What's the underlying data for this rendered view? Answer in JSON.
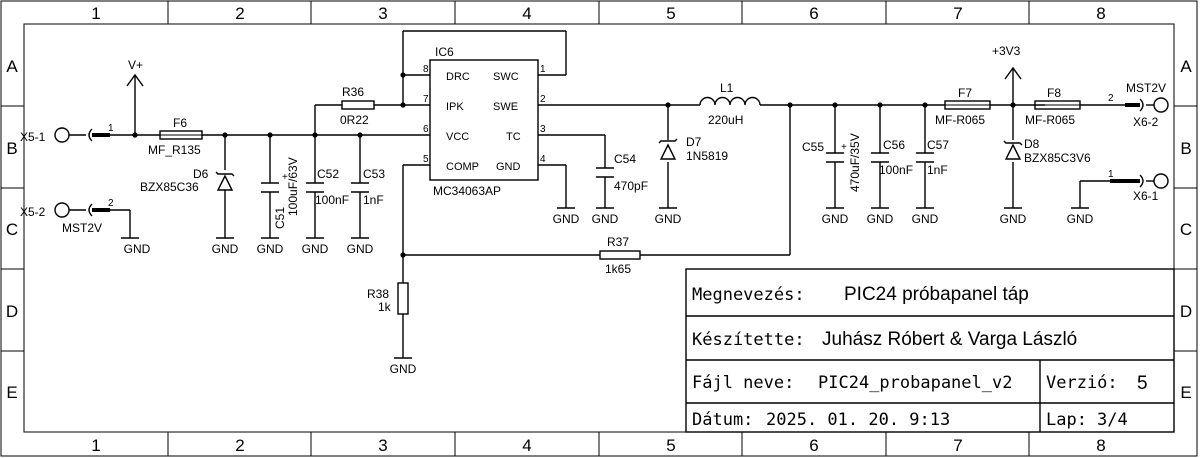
{
  "frame": {
    "columns": [
      "1",
      "2",
      "3",
      "4",
      "5",
      "6",
      "7",
      "8"
    ],
    "rows": [
      "A",
      "B",
      "C",
      "D",
      "E"
    ]
  },
  "power": {
    "vplus": "V+",
    "v3v3": "+3V3",
    "gnd": "GND"
  },
  "connectors": {
    "x5_1": "X5-1",
    "x5_2": "X5-2",
    "x5_pin1": "1",
    "x5_pin2": "2",
    "x5_name": "MST2V",
    "x6_2": "X6-2",
    "x6_1": "X6-1",
    "x6_pin2": "2",
    "x6_pin1": "1",
    "x6_name": "MST2V"
  },
  "parts": {
    "f6": "F6",
    "f6_val": "MF_R135",
    "d6": "D6",
    "d6_val": "BZX85C36",
    "c51": "C51",
    "c51_val": "100uF/63V",
    "plus": "+",
    "c52": "C52",
    "c52_val": "100nF",
    "c53": "C53",
    "c53_val": "1nF",
    "r36": "R36",
    "r36_val": "0R22",
    "ic6": "IC6",
    "ic6_val": "MC34063AP",
    "ic_pins_left": [
      "DRC",
      "IPK",
      "VCC",
      "COMP"
    ],
    "ic_pins_right": [
      "SWC",
      "SWE",
      "TC",
      "GND"
    ],
    "ic_nums_left": [
      "8",
      "7",
      "6",
      "5"
    ],
    "ic_nums_right": [
      "1",
      "2",
      "3",
      "4"
    ],
    "c54": "C54",
    "c54_val": "470pF",
    "d7": "D7",
    "d7_val": "1N5819",
    "l1": "L1",
    "l1_val": "220uH",
    "r37": "R37",
    "r37_val": "1k65",
    "r38": "R38",
    "r38_val": "1k",
    "c55": "C55",
    "c55_val": "470uF/35V",
    "c56": "C56",
    "c56_val": "100nF",
    "c57": "C57",
    "c57_val": "1nF",
    "f7": "F7",
    "f7_val": "MF-R065",
    "f8": "F8",
    "f8_val": "MF-R065",
    "d8": "D8",
    "d8_val": "BZX85C3V6"
  },
  "titleblock": {
    "name_label": "Megnevezés:",
    "name_value": "PIC24 próbapanel táp",
    "author_label": "Készítette:",
    "author_value": "Juhász Róbert & Varga László",
    "file_label": "Fájl neve:",
    "file_value": "PIC24_probapanel_v2",
    "version_label": "Verzió:",
    "version_value": "5",
    "date_label": "Dátum:",
    "date_value": "2025. 01. 20. 9:13",
    "sheet_label": "Lap:",
    "sheet_value": "3/4"
  }
}
